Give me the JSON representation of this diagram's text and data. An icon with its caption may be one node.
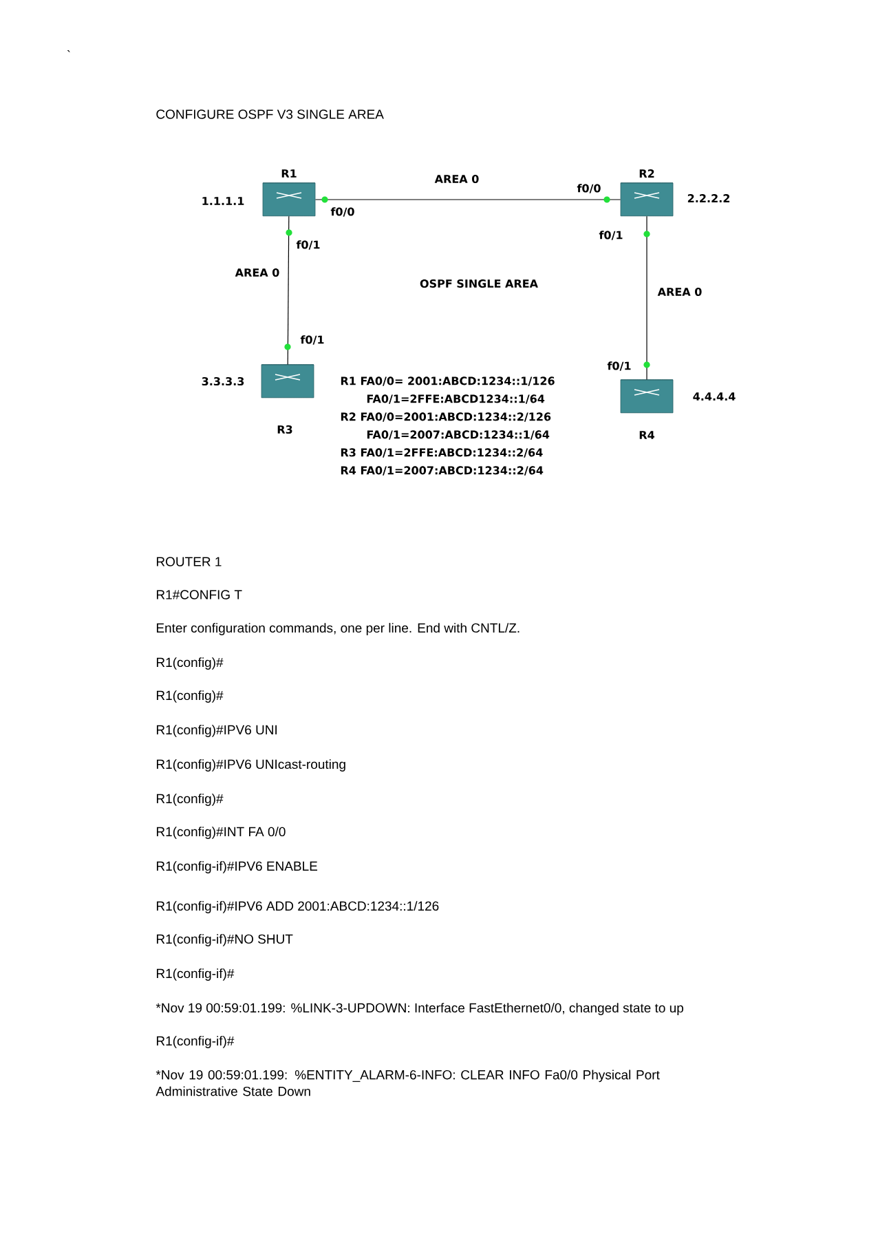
{
  "diagram": {
    "title": "CONFIGURE OSPF V3 SINGLE AREA",
    "nodes": [
      {
        "text": [],
        "shape": "cylinder",
        "beside": [
          "R1",
          "1.1.1.1",
          "f0/0",
          "f0/1"
        ]
      },
      {
        "text": [],
        "shape": "cylinder",
        "beside": [
          "R2",
          "2.2.2.2",
          "f0/0",
          "f0/1"
        ]
      },
      {
        "text": [],
        "shape": "cylinder",
        "beside": [
          "3.3.3.3",
          "R3",
          "f0/1"
        ]
      },
      {
        "text": [],
        "shape": "cylinder",
        "beside": [
          "4.4.4.4",
          "R4",
          "f0/1"
        ]
      }
    ],
    "edges": [
      {
        "from": 0,
        "to": 1,
        "arrow": "none",
        "label": "AREA 0"
      },
      {
        "from": 0,
        "to": 2,
        "arrow": "none",
        "label": "AREA 0"
      },
      {
        "from": 1,
        "to": 3,
        "arrow": "none",
        "label": "AREA 0"
      }
    ],
    "labels": [
      "`",
      "OSPF SINGLE AREA",
      "R1 FA0/0= 2001:ABCD:1234::1/126",
      "FA0/1=2FFE:ABCD1234::1/64",
      "R2 FA0/0=2001:ABCD:1234::2/126",
      "FA0/1=2007:ABCD:1234::1/64",
      "R3 FA0/1=2FFE:ABCD:1234::2/64",
      "R4 FA0/1=2007:ABCD:1234::2/64",
      "ROUTER 1",
      "R1#CONFIG T",
      "Enter configuration commands, one per line.  End with CNTL/Z.",
      "R1(config)#",
      "R1(config)#",
      "R1(config)#IPV6 UNI",
      "R1(config)#IPV6 UNIcast-routing",
      "R1(config)#",
      "R1(config)#INT FA 0/0",
      "R1(config-if)#IPV6 ENABLE",
      "R1(config-if)#IPV6 ADD 2001:ABCD:1234::1/126",
      "R1(config-if)#NO SHUT",
      "R1(config-if)#",
      "*Nov 19 00:59:01.199: %LINK-3-UPDOWN: Interface FastEthernet0/0, changed state to up",
      "R1(config-if)#",
      "*Nov 19 00:59:01.199: %ENTITY_ALARM-6-INFO: CLEAR INFO Fa0/0 Physical Port Administrative State Down"
    ]
  }
}
